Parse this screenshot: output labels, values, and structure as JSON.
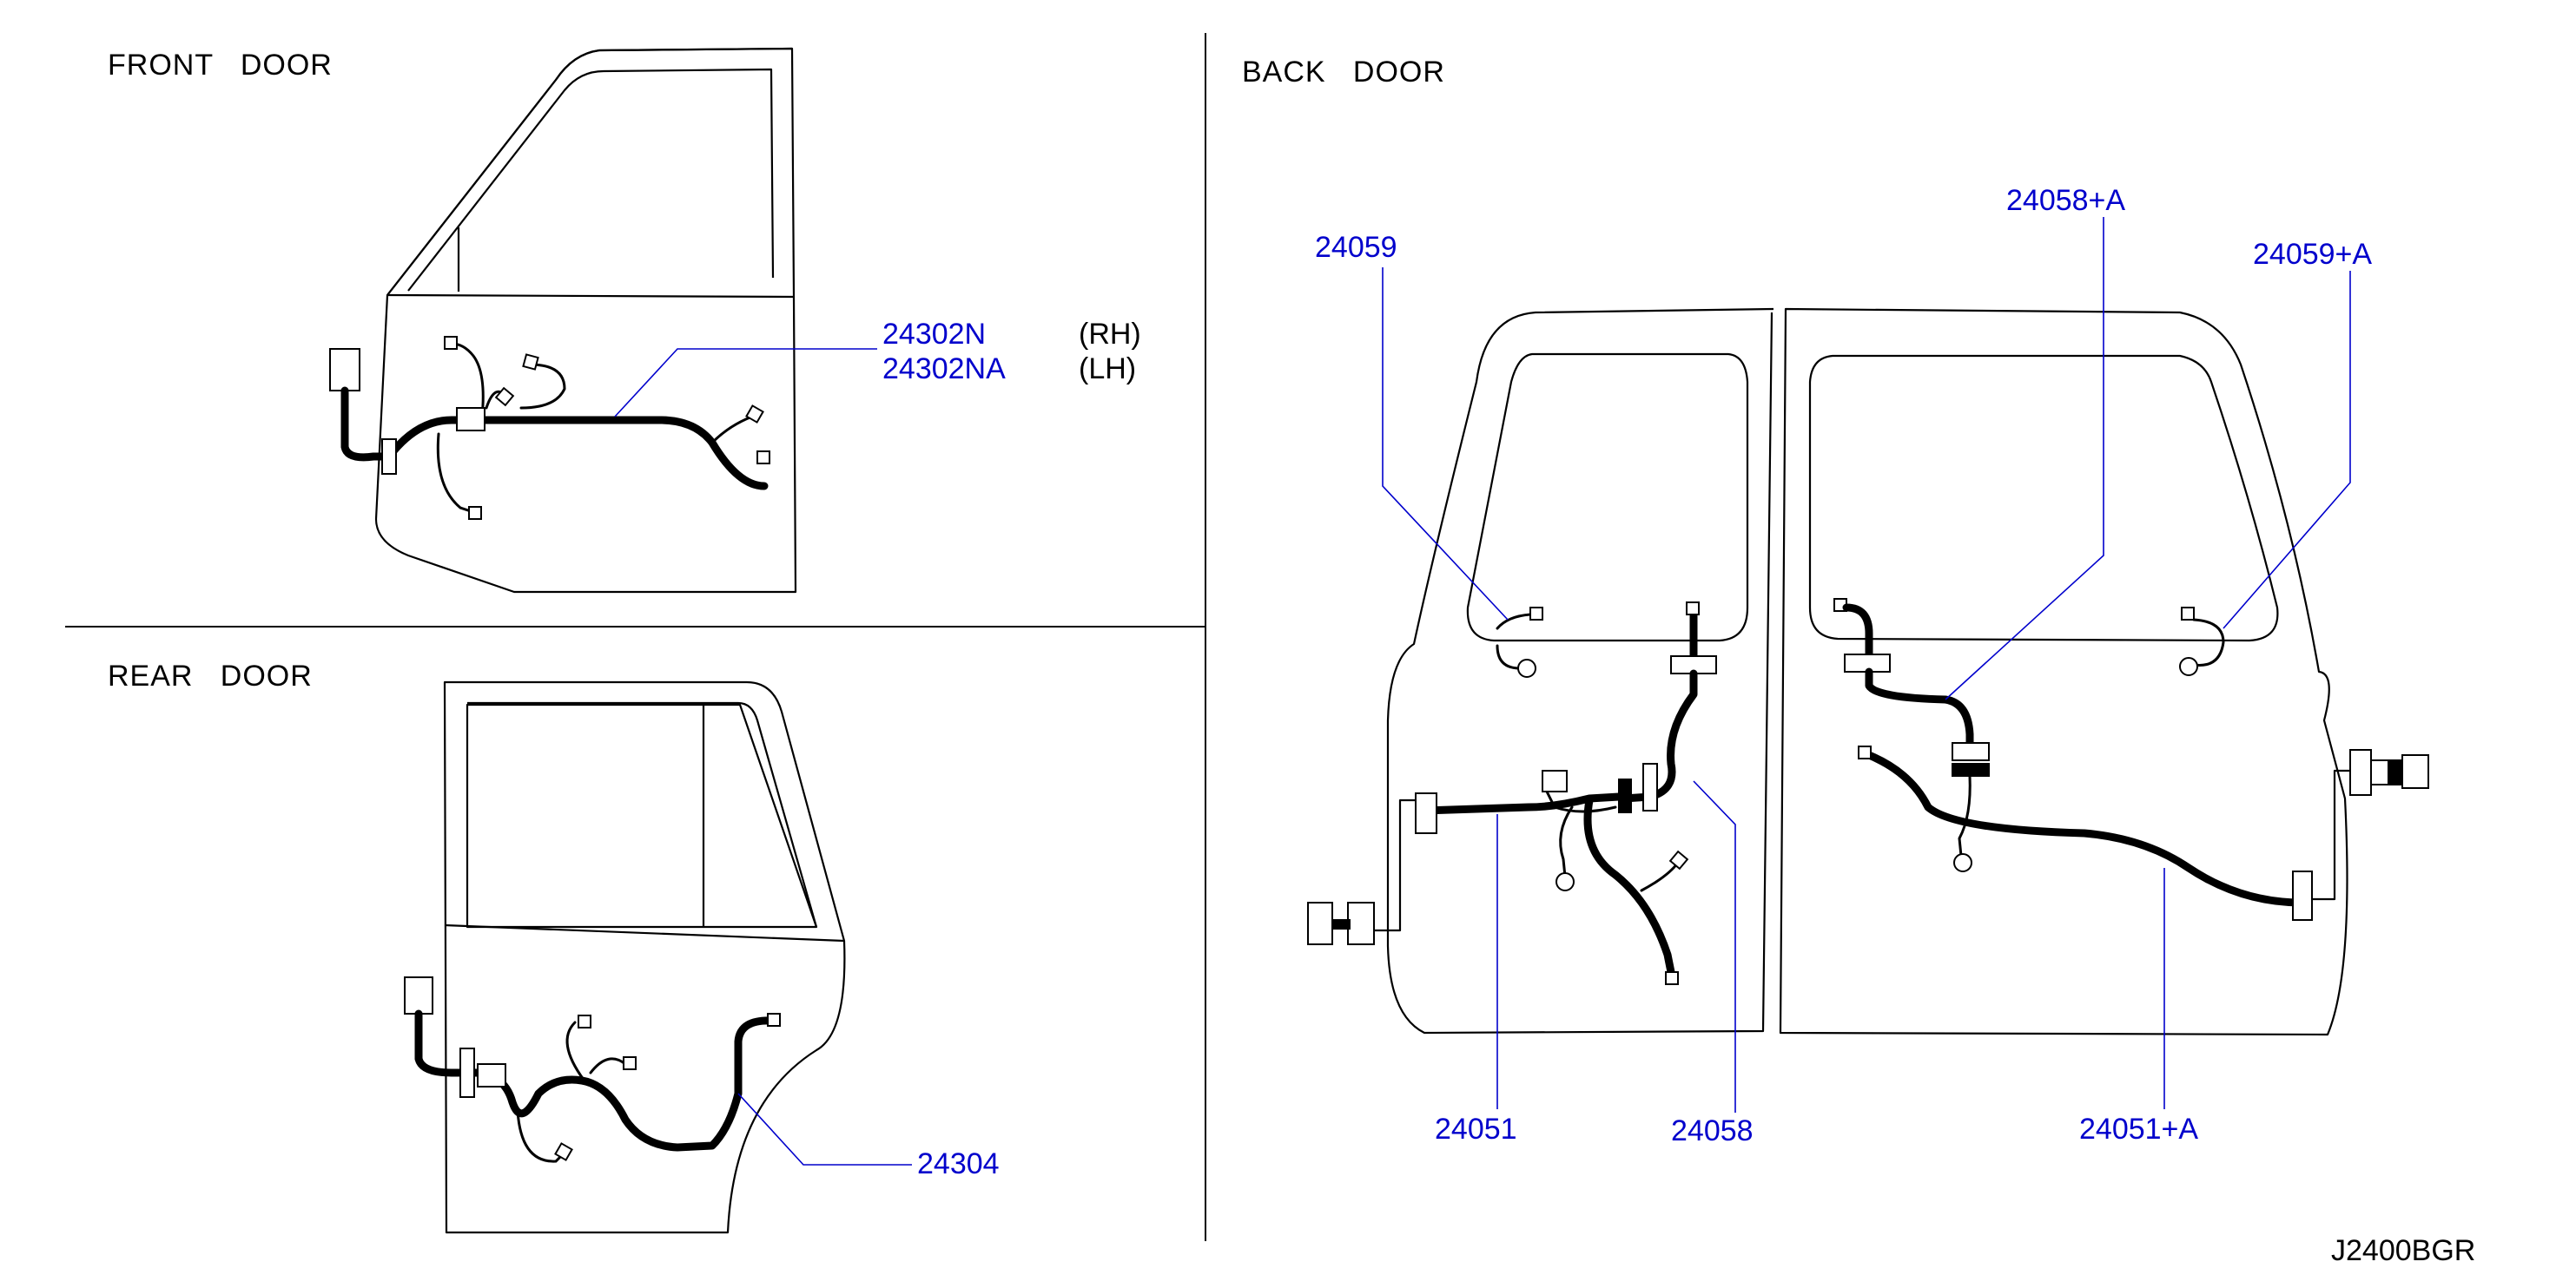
{
  "sections": {
    "front_door": "FRONT   DOOR",
    "rear_door": "REAR   DOOR",
    "back_door": "BACK   DOOR"
  },
  "parts": {
    "front_rh": "24302N",
    "front_lh": "24302NA",
    "front_rh_note": "(RH)",
    "front_lh_note": "(LH)",
    "rear": "24304",
    "back_24059": "24059",
    "back_24058a": "24058+A",
    "back_24059a": "24059+A",
    "back_24051": "24051",
    "back_24058": "24058",
    "back_24051a": "24051+A"
  },
  "diagram_code": "J2400BGR",
  "colors": {
    "part_number": "#0000cc",
    "line_art": "#000000"
  }
}
